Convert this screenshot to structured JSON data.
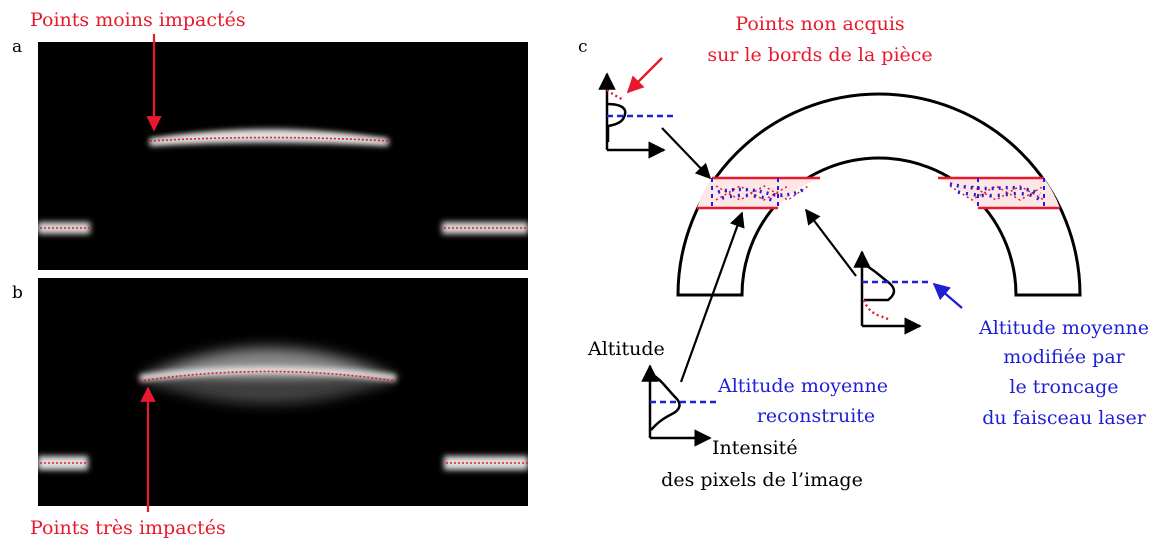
{
  "panels": {
    "a": "a",
    "b": "b",
    "c": "c"
  },
  "annotations": {
    "top_left": "Points moins impactés",
    "bottom_left": "Points très impactés",
    "edge_line1": "Points non acquis",
    "edge_line2": "sur le bords de la pièce",
    "altitude": "Altitude",
    "mean_recon_line1": "Altitude moyenne",
    "mean_recon_line2": "reconstruite",
    "intensity_line1": "Intensité",
    "intensity_line2": "des pixels de l’image",
    "mean_mod_line1": "Altitude moyenne",
    "mean_mod_line2": "modifiée par",
    "mean_mod_line3": "le troncage",
    "mean_mod_line4": "du faisceau laser"
  },
  "colors": {
    "red": "#e8192c",
    "blue": "#1f1fd6",
    "black": "#000000",
    "image_bg": "#000000"
  }
}
